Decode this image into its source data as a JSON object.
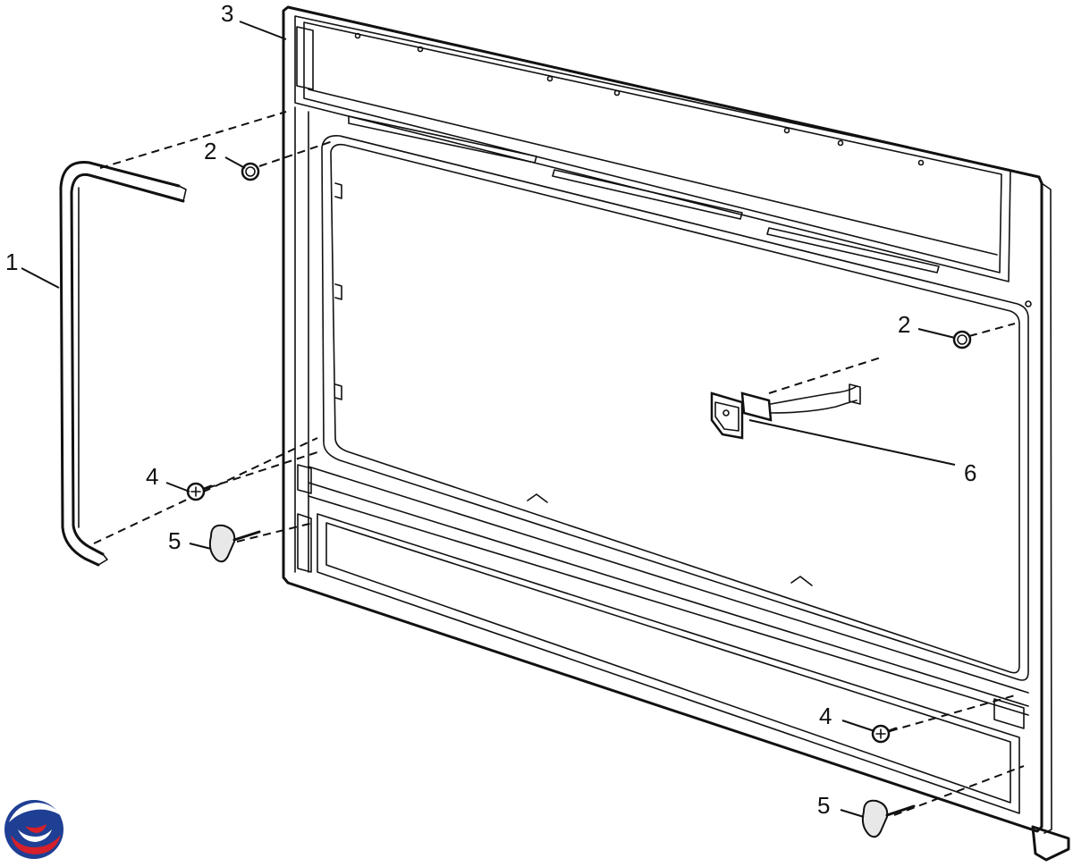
{
  "callouts": {
    "c1": "1",
    "c2a": "2",
    "c2b": "2",
    "c3": "3",
    "c4a": "4",
    "c4b": "4",
    "c5a": "5",
    "c5b": "5",
    "c6": "6"
  },
  "logo": {
    "icon": "swirl-logo-icon",
    "colors": [
      "#1f3f94",
      "#d6202a"
    ]
  }
}
